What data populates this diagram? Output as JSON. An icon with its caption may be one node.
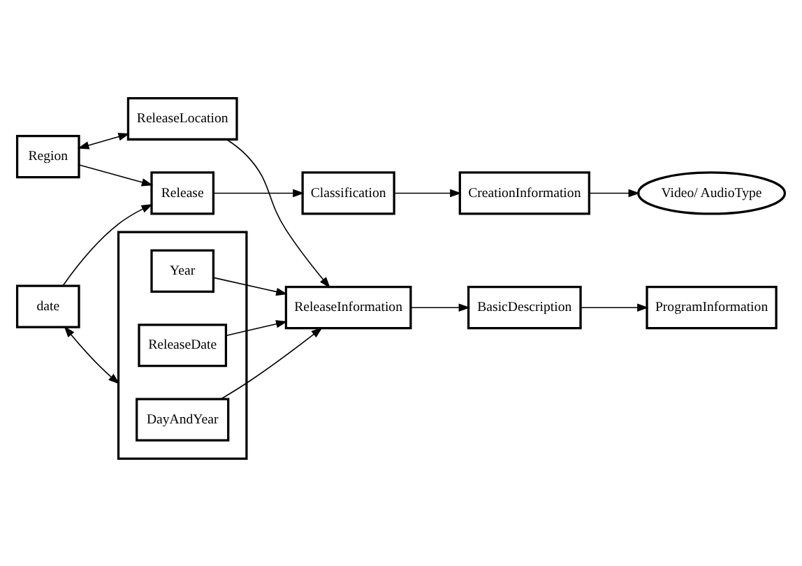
{
  "diagram": {
    "nodes": [
      {
        "text": [
          "Video/ AudioType"
        ]
      },
      {
        "text": [
          "CreationInformation"
        ]
      },
      {
        "text": [
          "Classification"
        ]
      },
      {
        "text": [
          "Release"
        ]
      },
      {
        "text": [
          "date"
        ]
      },
      {
        "text": [
          "Region"
        ]
      },
      {
        "text": [],
        "shape": "box"
      },
      {
        "text": [
          "ReleaseDate"
        ],
        "in": 6
      },
      {
        "text": [
          "DayAndYear"
        ],
        "in": 6
      },
      {
        "text": [
          "Year"
        ],
        "in": 6
      },
      {
        "text": [
          "ProgramInformation"
        ]
      },
      {
        "text": [
          "BasicDescription"
        ]
      },
      {
        "text": [
          "ReleaseInformation"
        ]
      },
      {
        "text": [
          "ReleaseLocation"
        ]
      }
    ],
    "edges": [
      {
        "from": 1,
        "to": 0,
        "arrow": "to"
      },
      {
        "from": 2,
        "to": 1,
        "arrow": "to"
      },
      {
        "from": 3,
        "to": 2,
        "arrow": "to"
      },
      {
        "from": 4,
        "to": 3,
        "arrow": "to"
      },
      {
        "from": 5,
        "to": 3,
        "arrow": "to"
      },
      {
        "from": 4,
        "to": 6,
        "arrow": "both"
      },
      {
        "from": 5,
        "to": 13,
        "arrow": "both"
      },
      {
        "from": 7,
        "to": 12,
        "arrow": "to"
      },
      {
        "from": 8,
        "to": 12,
        "arrow": "to"
      },
      {
        "from": 9,
        "to": 12,
        "arrow": "to"
      },
      {
        "from": 13,
        "to": 12,
        "arrow": "to"
      },
      {
        "from": 12,
        "to": 11,
        "arrow": "to"
      },
      {
        "from": 11,
        "to": 10,
        "arrow": "to"
      }
    ]
  }
}
